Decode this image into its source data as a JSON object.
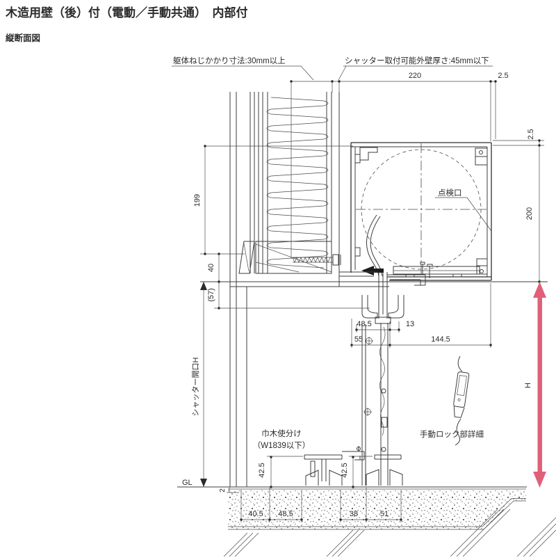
{
  "page": {
    "title": "木造用壁（後）付（電動／手動共通）　内部付",
    "subtitle": "縦断面図"
  },
  "labels": {
    "screw_engagement": "躯体ねじかかり寸法:30mm以上",
    "wall_thickness": "シャッター取付可能外壁厚さ:45mm以下",
    "inspection_port": "点検口",
    "shutter_opening_h": "シャッター開口H",
    "baseboard_usage": "巾木使分け",
    "baseboard_width": "（W1839以下）",
    "manual_lock_detail": "手動ロック部詳細",
    "ground_level": "GL",
    "height": "H"
  },
  "dimensions": {
    "box_width": "220",
    "top_offset": "2.5",
    "right_offset": "2.5",
    "box_height": "200",
    "left_upper": "199",
    "lintel": "40",
    "reference": "(57)",
    "sill_a": "48.5",
    "sill_b": "13",
    "sill_c": "55",
    "sill_d": "144.5",
    "base_left": "42.5",
    "base_right": "42.5",
    "ground_step": "2",
    "bottom_1": "40.5",
    "bottom_2": "48.5",
    "bottom_3": "38",
    "bottom_4": "51"
  },
  "colors": {
    "line": "#3c3c3c",
    "accent_arrow": "#e0607a"
  }
}
